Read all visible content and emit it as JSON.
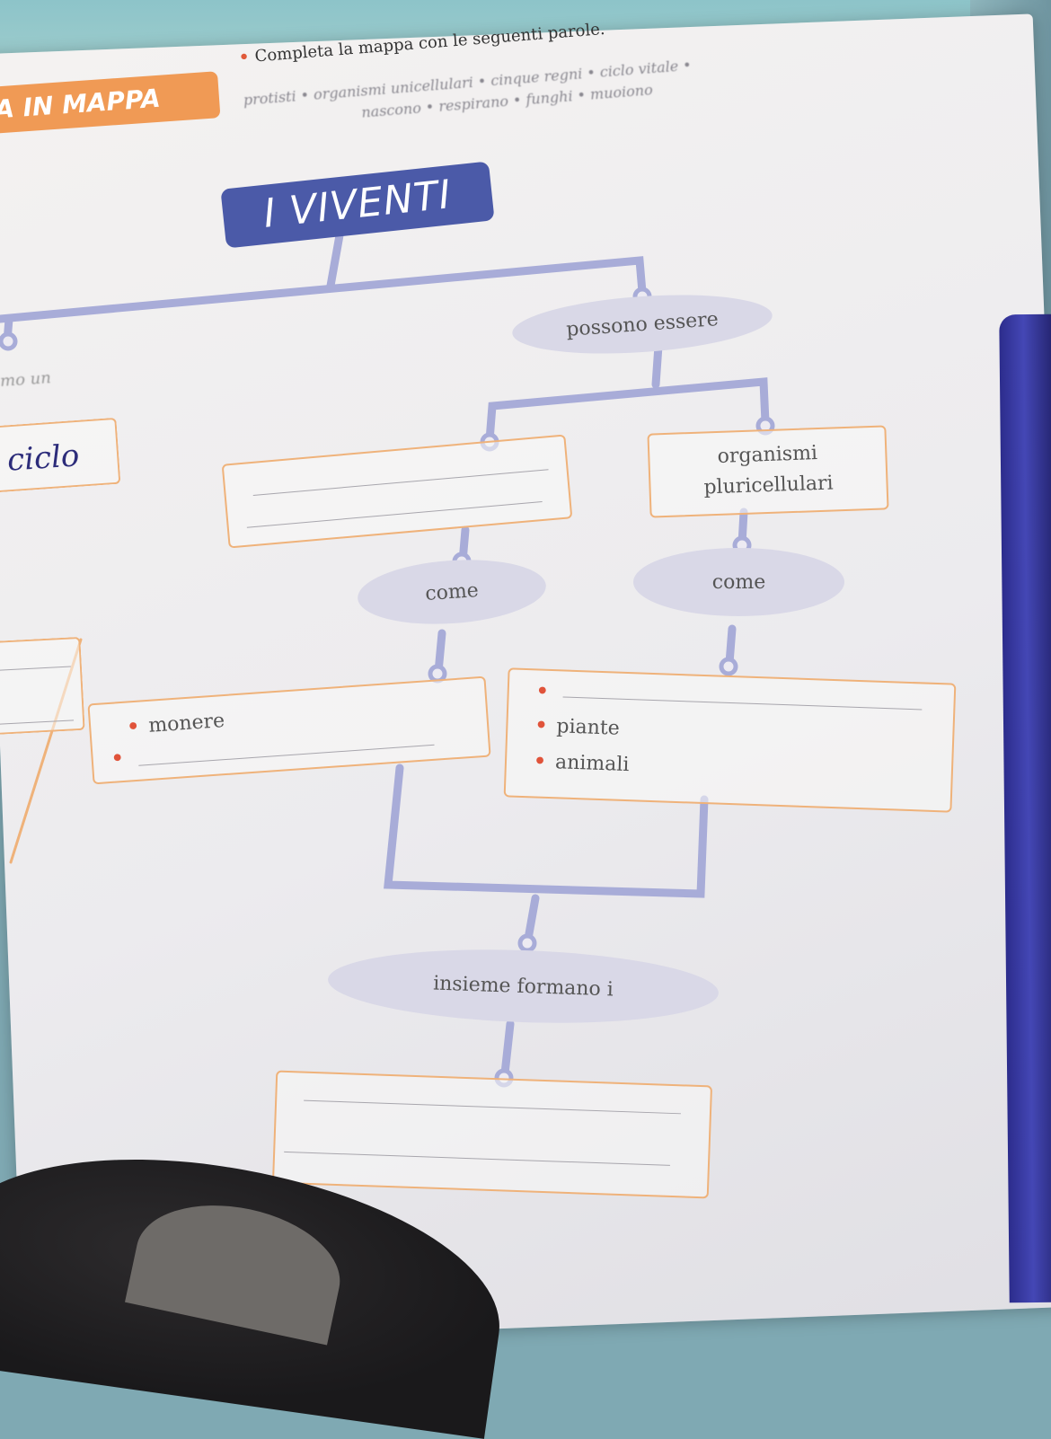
{
  "header": {
    "badge": "A IN MAPPA",
    "instruction": "Completa la mappa con le seguenti parole.",
    "word_list_line1": "protisti • organismi unicellulari • cinque regni • ciclo vitale •",
    "word_list_line2": "nascono • respirano • funghi • muoiono"
  },
  "map": {
    "title": "I VIVENTI",
    "connector_possono": "possono essere",
    "left_partial": "mo un",
    "handwriting": "ciclo",
    "box_pluricellulari": "organismi pluricellulari",
    "connector_come_left": "come",
    "connector_come_right": "come",
    "box_left_items": [
      "monere",
      ""
    ],
    "box_right_items": [
      "",
      "piante",
      "animali"
    ],
    "connector_insieme": "insieme formano i"
  },
  "colors": {
    "title_bg": "#4b5aa8",
    "badge_bg": "#f09a55",
    "connector_line": "#a8acd8",
    "box_border": "#efb27a",
    "bullet": "#e0533a"
  }
}
